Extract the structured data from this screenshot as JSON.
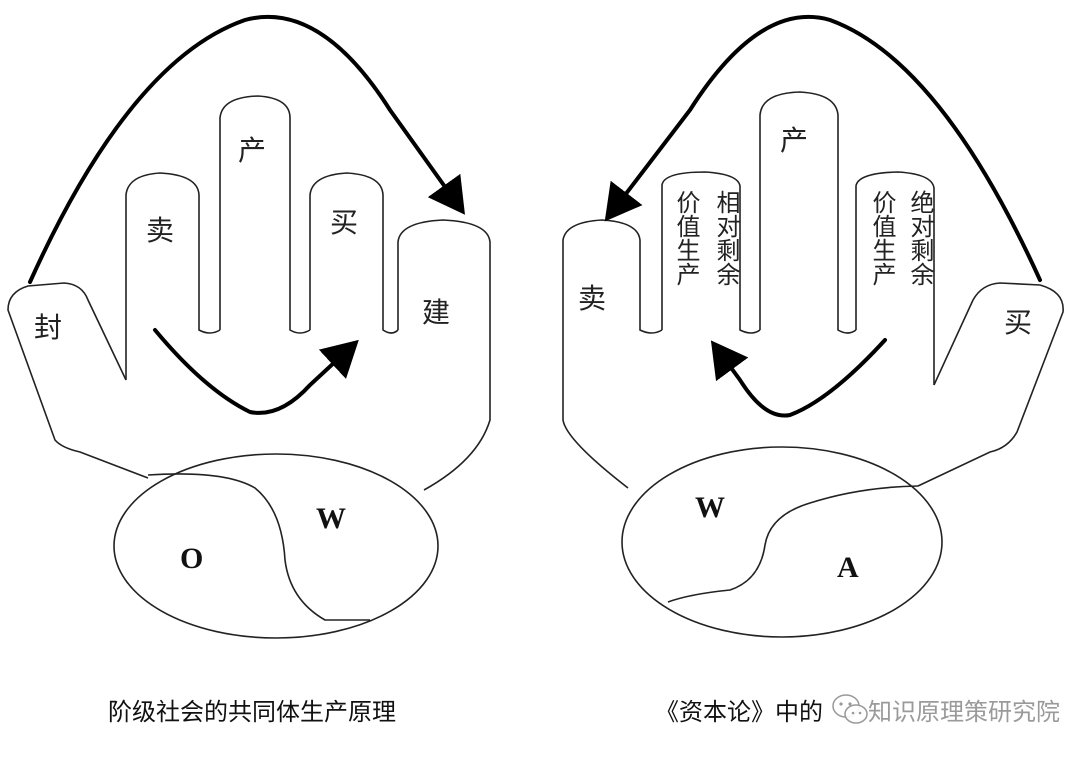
{
  "left_diagram": {
    "thumb_label": "封",
    "fingers": [
      "卖",
      "产",
      "买",
      "建"
    ],
    "ellipse_labels": [
      "O",
      "W"
    ],
    "caption": "阶级社会的共同体生产原理"
  },
  "right_diagram": {
    "left_finger": "卖",
    "finger2_col_a": "价值生产",
    "finger2_col_b": "相对剩余",
    "middle_finger": "产",
    "finger4_col_a": "价值生产",
    "finger4_col_b": "绝对剩余",
    "thumb_label": "买",
    "ellipse_labels": [
      "W",
      "A"
    ],
    "caption": "《资本论》中的"
  },
  "watermark": {
    "icon": "wechat-icon",
    "text": "知识原理策研究院"
  }
}
